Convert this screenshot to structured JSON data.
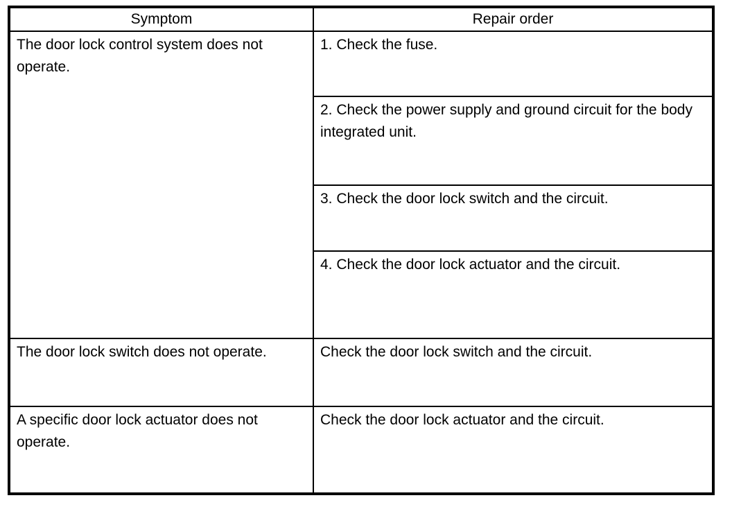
{
  "table": {
    "headers": {
      "symptom": "Symptom",
      "repair_order": "Repair order"
    },
    "rows": [
      {
        "symptom": "The door lock control system does not operate.",
        "repairs": [
          "1. Check the fuse.",
          "2. Check the power supply and ground circuit for the body integrated unit.",
          "3. Check the door lock switch and the circuit.",
          "4. Check the door lock actuator and the circuit."
        ]
      },
      {
        "symptom": "The door lock switch does not operate.",
        "repairs": [
          "Check the door lock switch and the circuit."
        ]
      },
      {
        "symptom": "A specific door lock actuator does not operate.",
        "repairs": [
          "Check the door lock actuator and the circuit."
        ]
      }
    ],
    "colors": {
      "border": "#000000",
      "text": "#000000",
      "background": "#ffffff"
    }
  }
}
